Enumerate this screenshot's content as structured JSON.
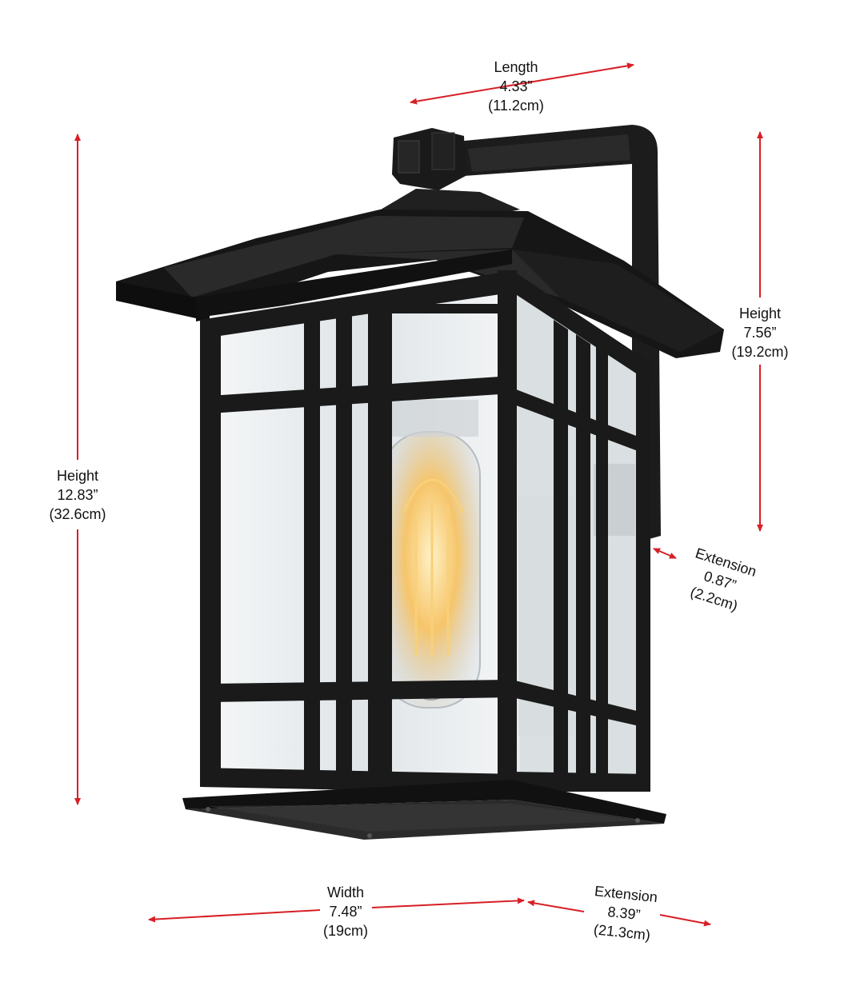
{
  "colors": {
    "arrow": "#d81f26",
    "frame": "#1a1a1a",
    "glass": "#eef1f3",
    "bulb_glow": "#f6c56a"
  },
  "dimensions": {
    "length": {
      "label": "Length",
      "inches": "4.33”",
      "cm": "(11.2cm)"
    },
    "height_total": {
      "label": "Height",
      "inches": "12.83”",
      "cm": "(32.6cm)"
    },
    "height_backplate": {
      "label": "Height",
      "inches": "7.56”",
      "cm": "(19.2cm)"
    },
    "extension_small": {
      "label": "Extension",
      "inches": "0.87”",
      "cm": "(2.2cm)"
    },
    "width": {
      "label": "Width",
      "inches": "7.48”",
      "cm": "(19cm)"
    },
    "extension_large": {
      "label": "Extension",
      "inches": "8.39”",
      "cm": "(21.3cm)"
    }
  }
}
